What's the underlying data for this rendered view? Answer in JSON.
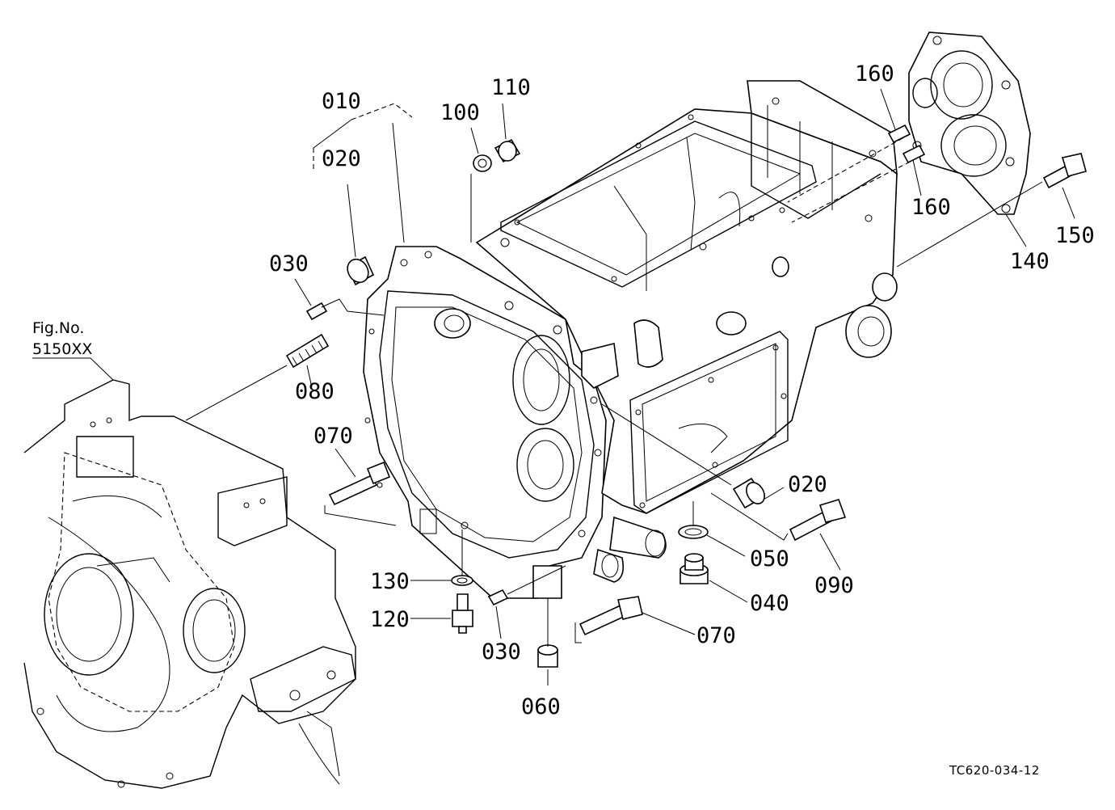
{
  "figure_code": "TC620-034-12",
  "reference": {
    "fig_label": "Fig.No.",
    "fig_number": "5150XX"
  },
  "callouts": [
    {
      "id": "c010",
      "text": "010"
    },
    {
      "id": "c020a",
      "text": "020"
    },
    {
      "id": "c020b",
      "text": "020"
    },
    {
      "id": "c030a",
      "text": "030"
    },
    {
      "id": "c030b",
      "text": "030"
    },
    {
      "id": "c040",
      "text": "040"
    },
    {
      "id": "c050",
      "text": "050"
    },
    {
      "id": "c060",
      "text": "060"
    },
    {
      "id": "c070a",
      "text": "070"
    },
    {
      "id": "c070b",
      "text": "070"
    },
    {
      "id": "c080",
      "text": "080"
    },
    {
      "id": "c090",
      "text": "090"
    },
    {
      "id": "c100",
      "text": "100"
    },
    {
      "id": "c110",
      "text": "110"
    },
    {
      "id": "c120",
      "text": "120"
    },
    {
      "id": "c130",
      "text": "130"
    },
    {
      "id": "c140",
      "text": "140"
    },
    {
      "id": "c150",
      "text": "150"
    },
    {
      "id": "c160a",
      "text": "160"
    },
    {
      "id": "c160b",
      "text": "160"
    }
  ]
}
